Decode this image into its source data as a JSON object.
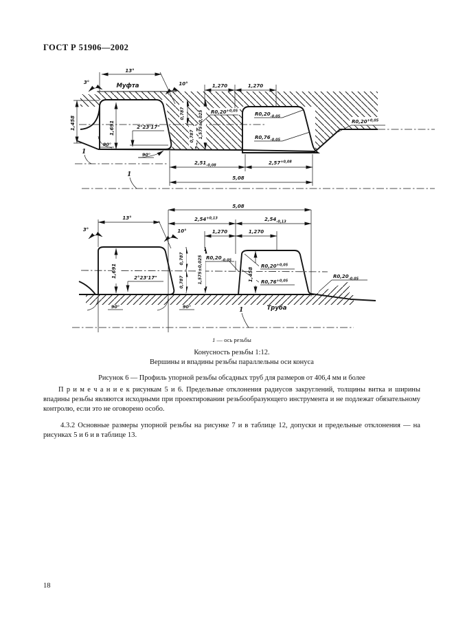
{
  "page": {
    "header": "ГОСТ Р 51906—2002",
    "number": "18"
  },
  "captions": {
    "axis_ref": "1",
    "axis_label": "— ось резьбы",
    "taper": "Конусность резьбы 1:12.",
    "parallel": "Вершины и впадины резьбы параллельны оси конуса",
    "figure": "Рисунок 6 — Профиль упорной резьбы обсадных труб для размеров от 406,4 мм и более"
  },
  "paragraphs": {
    "note_label": "П р и м е ч а н и е",
    "note_text": " к рисункам 5 и 6. Предельные отклонения радиусов закруглений, толщины витка и ширины впадины резьбы являются исходными при проектировании резьбообразующего инструмента и не подлежат обязательному контролю, если это не оговорено особо.",
    "clause": "4.3.2 Основные размеры упорной резьбы на рисунке 7 и в таблице 12, допуски и предельные отклонения — на рисунках 5 и 6 и в таблице 13."
  },
  "coupling": {
    "label": "Муфта",
    "angle_included": "13°",
    "angle_load": "3°",
    "angle_stab": "10°",
    "angle_taper": "2°23'17\"",
    "angle_sq1": "90°",
    "angle_sq2": "90°",
    "step1": "1,270",
    "step2": "1,270",
    "h_total": "1,458",
    "h_full": "1,691",
    "h_half1": "0,787",
    "h_half2": "0,787",
    "h_mid": "1,575±0,025",
    "r_crest": "R0,20",
    "r_crest_tol": "+0,05",
    "r_tooth_top": "R0,20",
    "r_tooth_top_tol": "-0,05",
    "r_tooth_bot": "R0,76",
    "r_tooth_bot_tol": "-0,05",
    "r_runout": "R0,20",
    "r_runout_tol": "+0,05",
    "w_groove": "2,51",
    "w_groove_tol": "-0,08",
    "w_tooth": "2,57",
    "w_tooth_tol": "+0,08",
    "pitch": "5,08",
    "axis_ref1": "1",
    "axis_ref2": "1"
  },
  "pipe": {
    "label": "Труба",
    "pitch": "5,08",
    "half_plus": "2,54",
    "half_plus_tol": "+0,13",
    "half_minus": "2,54",
    "half_minus_tol": "-0,13",
    "angle_included": "13°",
    "angle_load": "3°",
    "angle_stab": "10°",
    "angle_taper": "2°23'17\"",
    "angle_sq1": "90°",
    "angle_sq2": "90°",
    "step1": "1,270",
    "step2": "1,270",
    "h_full": "1,691",
    "h_total": "1,458",
    "h_half1": "0,787",
    "h_half2": "0,787",
    "h_mid": "1,575±0,025",
    "r_groove": "R0,20",
    "r_groove_tol": "-0,05",
    "r_tooth_top": "R0,20",
    "r_tooth_top_tol": "+0,05",
    "r_tooth_bot": "R0,76",
    "r_tooth_bot_tol": "+0,05",
    "r_runout": "R0,20",
    "r_runout_tol": "-0,05",
    "axis_ref": "1"
  }
}
